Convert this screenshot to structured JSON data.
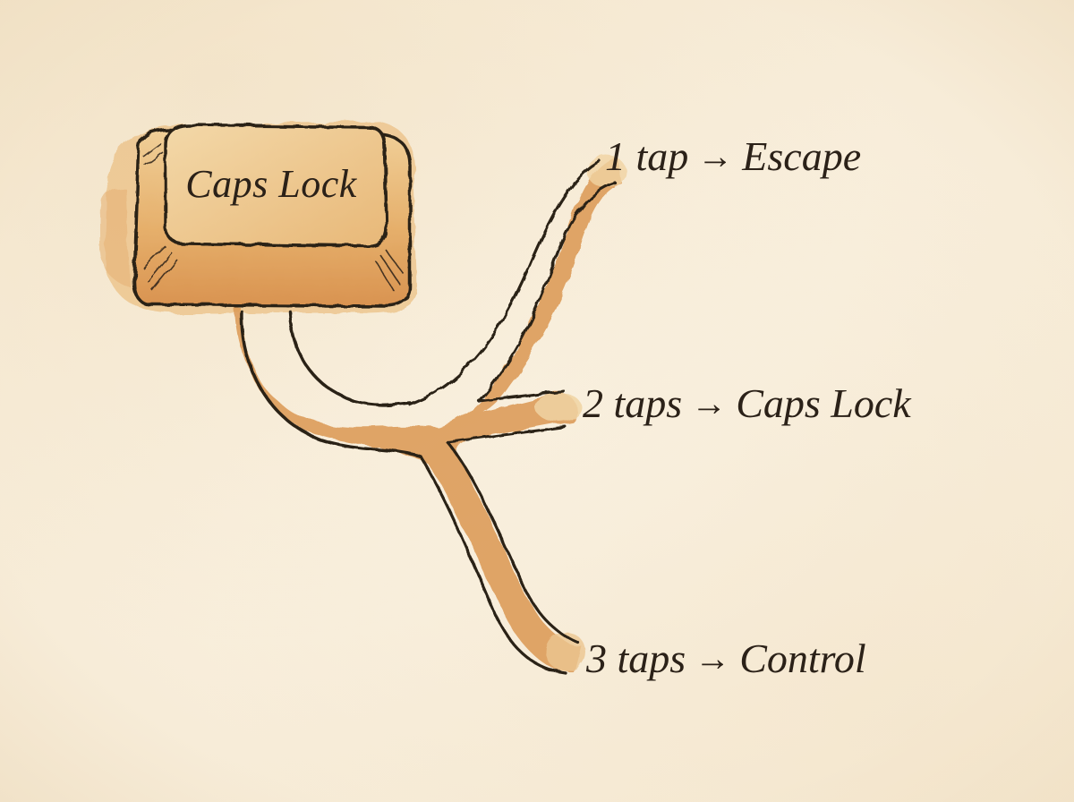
{
  "key": {
    "label": "Caps Lock"
  },
  "branches": [
    {
      "taps": "1 tap",
      "arrow": "→",
      "action": "Escape"
    },
    {
      "taps": "2 taps",
      "arrow": "→",
      "action": "Caps Lock"
    },
    {
      "taps": "3 taps",
      "arrow": "→",
      "action": "Control"
    }
  ],
  "colors": {
    "paper": "#f8efdc",
    "watercolor": "#d9924a",
    "watercolor_light": "#e9bf86",
    "ink": "#2b2118"
  }
}
